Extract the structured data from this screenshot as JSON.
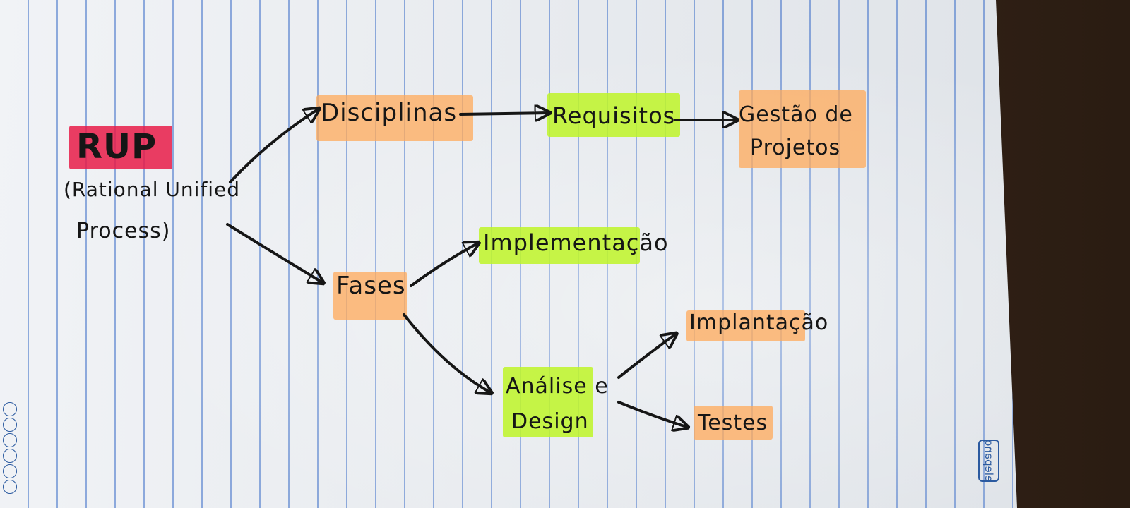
{
  "nodes": {
    "rup_title": "RUP",
    "rup_line1": "(Rational Unified",
    "rup_line2": "Process)",
    "disciplinas": "Disciplinas",
    "requisitos": "Requisitos",
    "gestao_line1": "Gestão de",
    "gestao_line2": "Projetos",
    "fases": "Fases",
    "implementacao": "Implementação",
    "implantacao": "Implantação",
    "analise_line1": "Análise e",
    "analise_line2": "Design",
    "testes": "Testes"
  },
  "notebook_brand": "elepanq",
  "colors": {
    "red_highlight": "#e81c48",
    "orange_highlight": "#ffaa5a",
    "lime_highlight": "#bef528",
    "ink": "#161616",
    "paper": "#eceef2",
    "ruled_line": "#3c6ec8"
  }
}
